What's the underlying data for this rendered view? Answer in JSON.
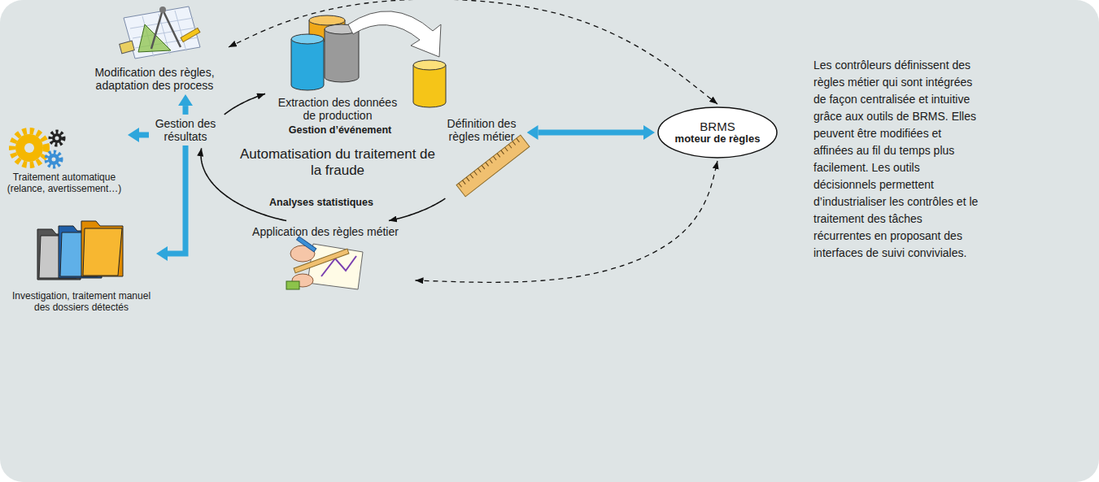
{
  "diagram": {
    "nodes": [
      {
        "text": [
          "Extraction des données de production"
        ]
      },
      {
        "text": [
          "Définition des règles métier"
        ]
      },
      {
        "text": [
          "BRMS",
          "moteur de règles"
        ]
      },
      {
        "text": [
          "Application des règles métier"
        ]
      },
      {
        "text": [
          "Gestion des résultats"
        ]
      },
      {
        "text": [
          "Modification des règles, adaptation des process"
        ]
      },
      {
        "text": [
          "Traitement automatique (relance, avertissement…)"
        ]
      },
      {
        "text": [
          "Investigation, traitement manuel des dossiers détectés"
        ]
      }
    ],
    "edges": [
      {
        "from": 4,
        "to": 0,
        "arrow": "to"
      },
      {
        "from": 0,
        "to": 1,
        "arrow": "to"
      },
      {
        "from": 1,
        "to": 3,
        "arrow": "to"
      },
      {
        "from": 3,
        "to": 4,
        "arrow": "to"
      },
      {
        "from": 1,
        "to": 2,
        "arrow": "both"
      },
      {
        "from": 5,
        "to": 2,
        "arrow": "both"
      },
      {
        "from": 3,
        "to": 2,
        "arrow": "both"
      },
      {
        "from": 4,
        "to": 5,
        "arrow": "to"
      },
      {
        "from": 4,
        "to": 6,
        "arrow": "to"
      },
      {
        "from": 4,
        "to": 7,
        "arrow": "to"
      }
    ],
    "labels": [
      "Automatisation du traitement de la fraude",
      "Gestion d’événement",
      "Analyses statistiques",
      "Les contrôleurs définissent des règles métier qui sont intégrées de façon centralisée et intuitive grâce aux outils de BRMS. Elles peuvent être modifiées et affinées au fil du temps plus facilement. Les outils décisionnels permettent d’industrialiser les contrôles et le traitement des tâches récurrentes en proposant des interfaces de suivi conviviales."
    ]
  }
}
